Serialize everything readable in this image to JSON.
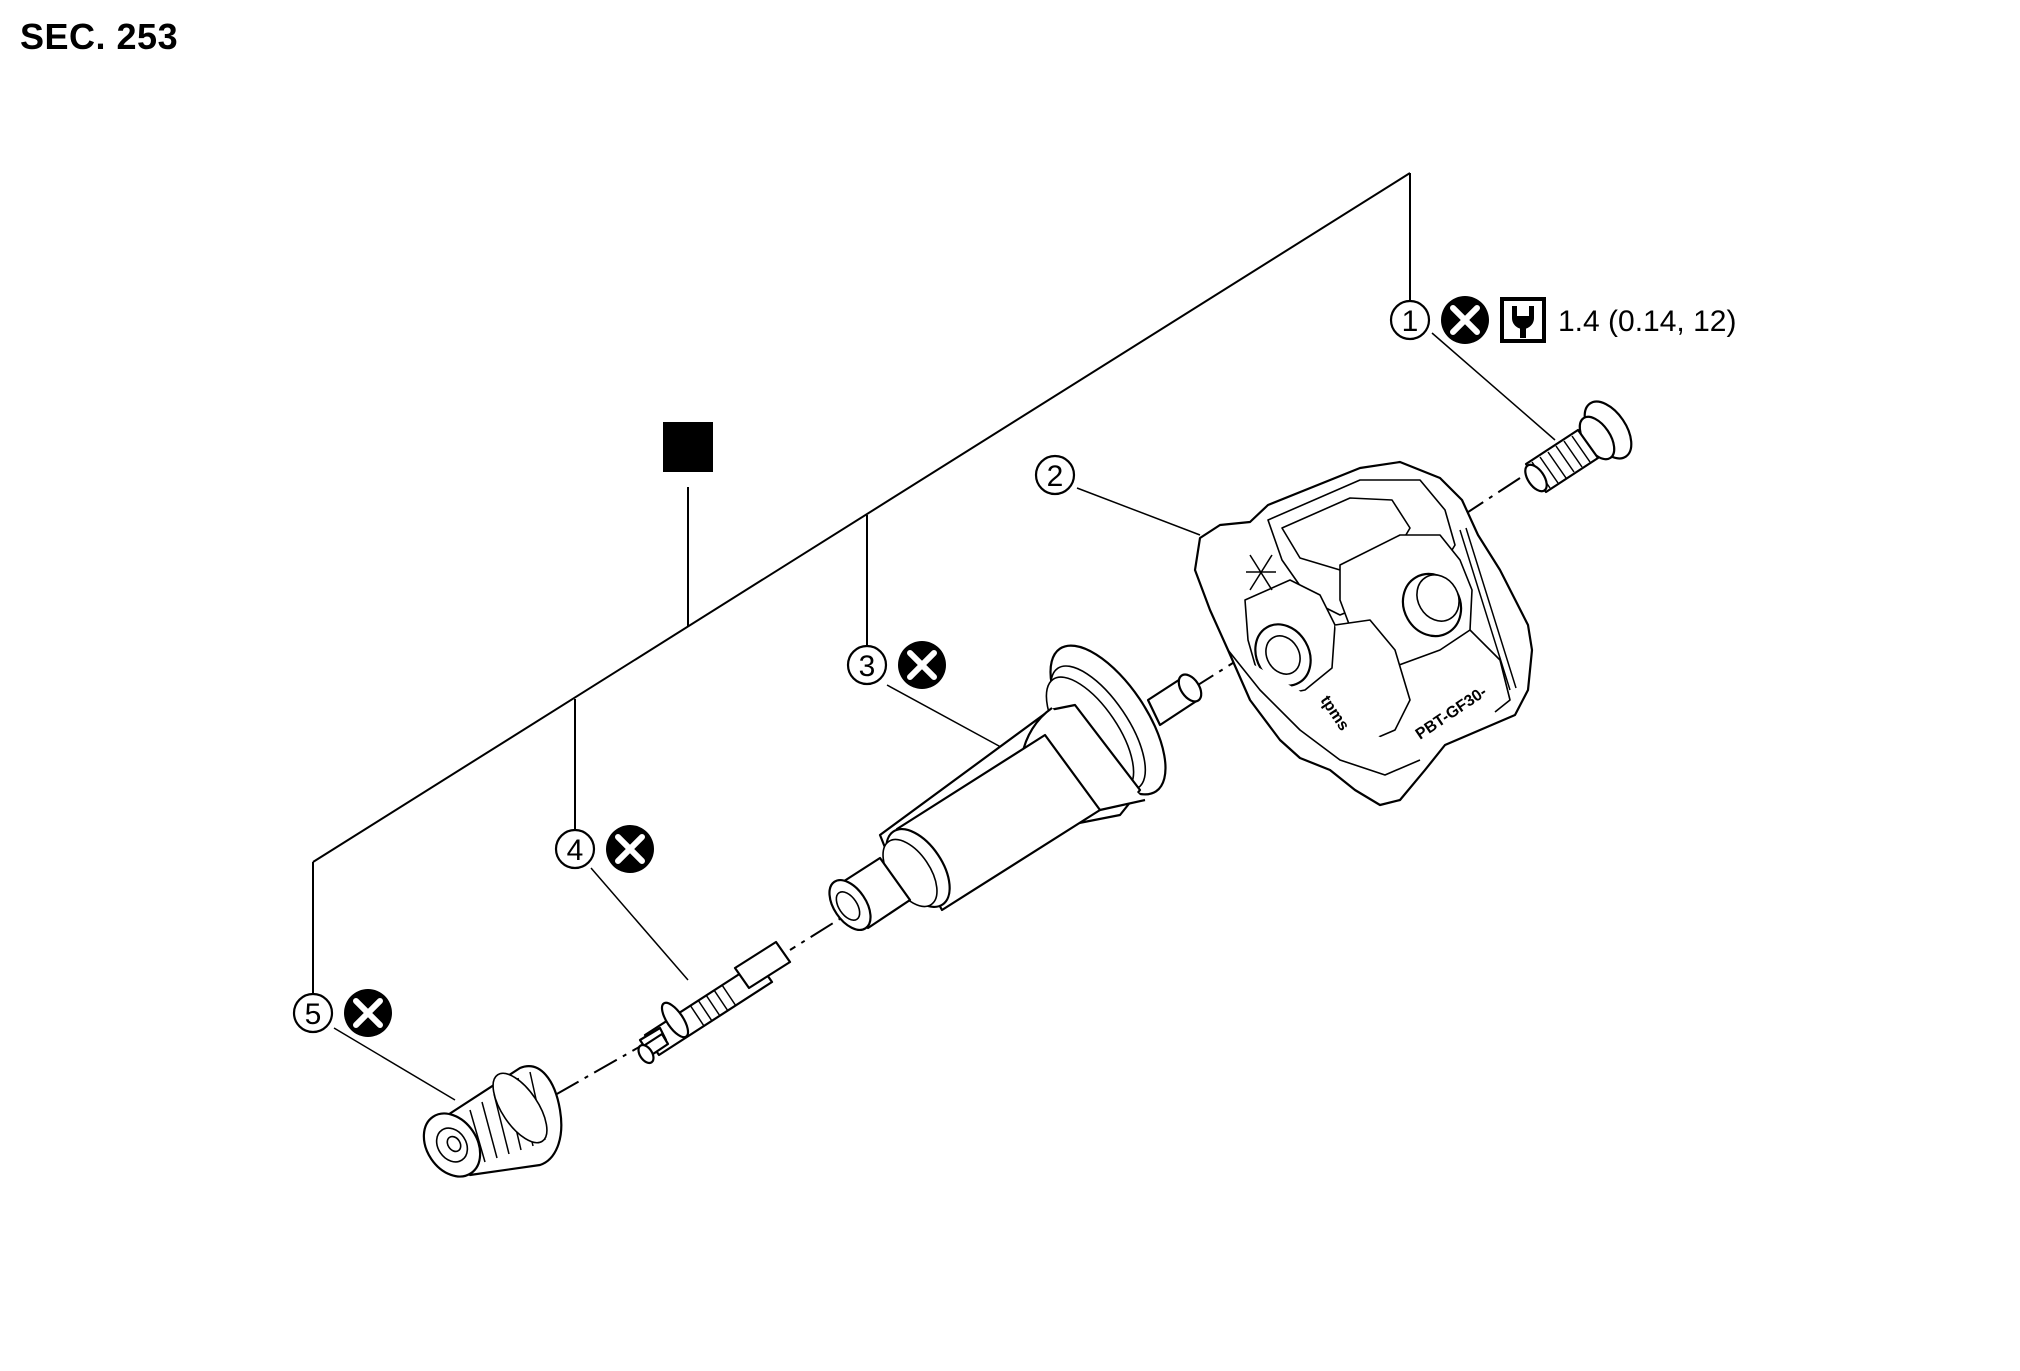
{
  "section_label": "SEC. 253",
  "callouts": [
    {
      "num": "1",
      "replace_icon": "replace-x-icon",
      "torque_icon": "torque-wrench-icon",
      "torque": "1.4 (0.14, 12)"
    },
    {
      "num": "2"
    },
    {
      "num": "3",
      "replace_icon": "replace-x-icon"
    },
    {
      "num": "4",
      "replace_icon": "replace-x-icon"
    },
    {
      "num": "5",
      "replace_icon": "replace-x-icon"
    }
  ],
  "assembly_symbol": "black-square-icon",
  "sensor_markings": {
    "material": "PBT-GF30-",
    "brand": "tpms"
  }
}
